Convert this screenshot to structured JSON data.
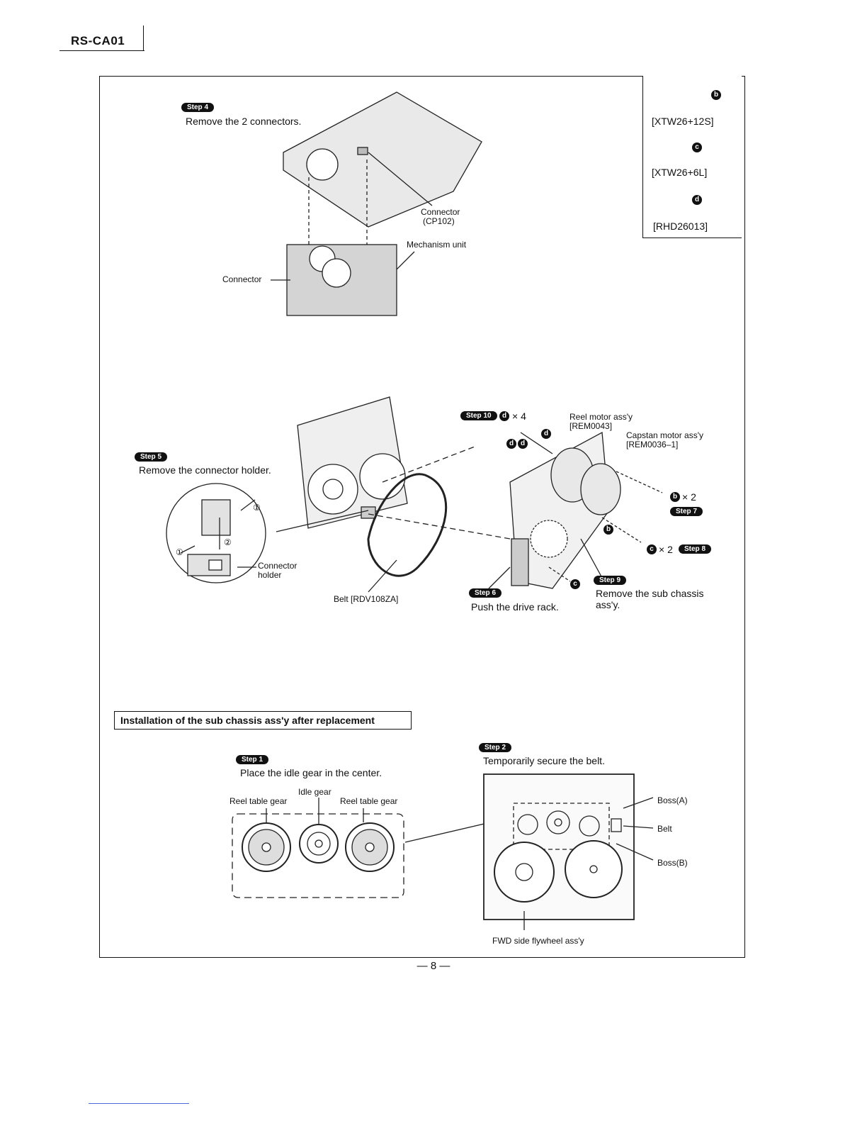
{
  "model": "RS-CA01",
  "screws": [
    {
      "code": "[XTW26+12S]",
      "letter": "b"
    },
    {
      "code": "[XTW26+6L]",
      "letter": "c"
    },
    {
      "code": "[RHD26013]",
      "letter": "d"
    }
  ],
  "step4": {
    "badge": "Step 4",
    "text": "Remove the 2 connectors."
  },
  "labels": {
    "connector_cp": "Connector",
    "cp102": "(CP102)",
    "mechanism": "Mechanism unit",
    "connector": "Connector",
    "connector_holder_1": "Connector",
    "connector_holder_2": "holder",
    "belt": "Belt [RDV108ZA]",
    "reel_motor": "Reel motor ass'y",
    "reel_motor_code": "[REM0043]",
    "capstan_motor": "Capstan motor ass'y",
    "capstan_motor_code": "[REM0036–1]",
    "x4": "× 4",
    "x2_b": "× 2",
    "x2_c": "× 2",
    "circled_1": "①",
    "circled_2": "②"
  },
  "step5": {
    "badge": "Step 5",
    "text": "Remove the connector holder."
  },
  "step6": {
    "badge": "Step 6",
    "text": "Push the drive rack."
  },
  "step7": {
    "badge": "Step 7"
  },
  "step8": {
    "badge": "Step 8"
  },
  "step9": {
    "badge": "Step 9",
    "text1": "Remove the sub chassis",
    "text2": "ass'y."
  },
  "step10": {
    "badge": "Step 10"
  },
  "install_title": "Installation of the sub chassis ass'y after replacement",
  "istep1": {
    "badge": "Step 1",
    "text": "Place the idle gear in the center."
  },
  "istep2": {
    "badge": "Step 2",
    "text": "Temporarily secure the belt."
  },
  "gears": {
    "idle": "Idle gear",
    "reel_left": "Reel table gear",
    "reel_right": "Reel table gear"
  },
  "belt_labels": {
    "boss_a": "Boss(A)",
    "belt": "Belt",
    "boss_b": "Boss(B)",
    "flywheel": "FWD side flywheel ass'y"
  },
  "page_number": "— 8 —"
}
